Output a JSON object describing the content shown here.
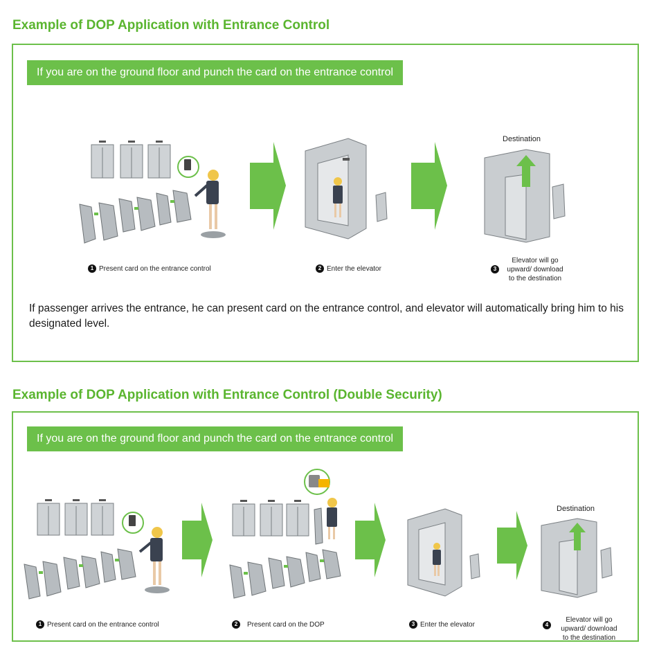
{
  "section1": {
    "title": "Example of DOP Application with Entrance Control",
    "banner": "If you are on the ground floor and punch the card on the entrance control",
    "destination_label": "Destination",
    "steps": [
      {
        "num": "1",
        "label": "Present card on the entrance control"
      },
      {
        "num": "2",
        "label": "Enter the elevator"
      },
      {
        "num": "3",
        "lines": [
          "Elevator will go",
          "upward/ download",
          "to the destination"
        ]
      }
    ],
    "description": "If passenger arrives the entrance, he can present card on the entrance control, and elevator will automatically bring him to his designated level."
  },
  "section2": {
    "title": "Example of DOP Application with Entrance Control (Double Security)",
    "banner": "If you are on the ground floor and punch the card on the entrance control",
    "destination_label": "Destination",
    "steps": [
      {
        "num": "1",
        "label": "Present card on the entrance control"
      },
      {
        "num": "2",
        "label": "Present card on the DOP"
      },
      {
        "num": "3",
        "label": "Enter the elevator"
      },
      {
        "num": "4",
        "lines": [
          "Elevator will go",
          "upward/ download",
          "to the destination"
        ]
      }
    ]
  },
  "colors": {
    "accent": "#6cc04a",
    "title_green": "#5ab52f"
  }
}
